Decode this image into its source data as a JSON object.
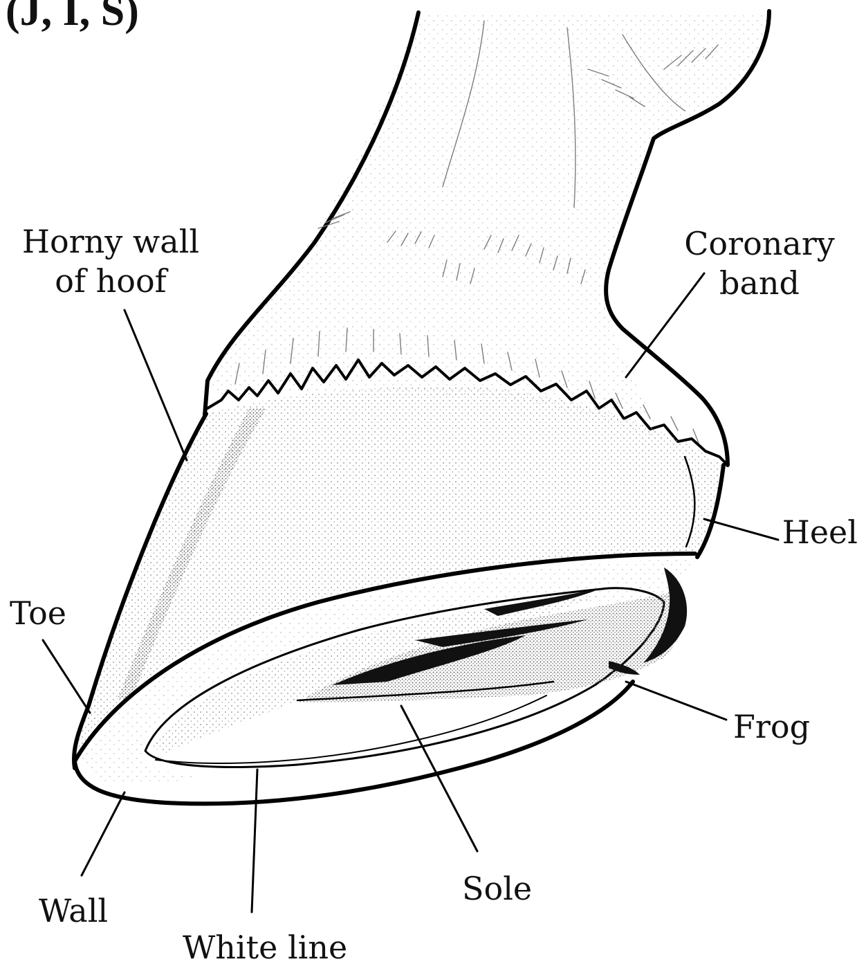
{
  "header": {
    "partial_title": "(J, I, S)"
  },
  "labels": {
    "horny_wall_line1": "Horny wall",
    "horny_wall_line2": "of hoof",
    "coronary_line1": "Coronary",
    "coronary_line2": "band",
    "heel": "Heel",
    "toe": "Toe",
    "frog": "Frog",
    "wall": "Wall",
    "sole": "Sole",
    "white_line": "White line"
  },
  "colors": {
    "ink": "#000000",
    "background": "#ffffff",
    "stipple": "#8a8a8a",
    "frog_dark": "#1a1a1a"
  }
}
